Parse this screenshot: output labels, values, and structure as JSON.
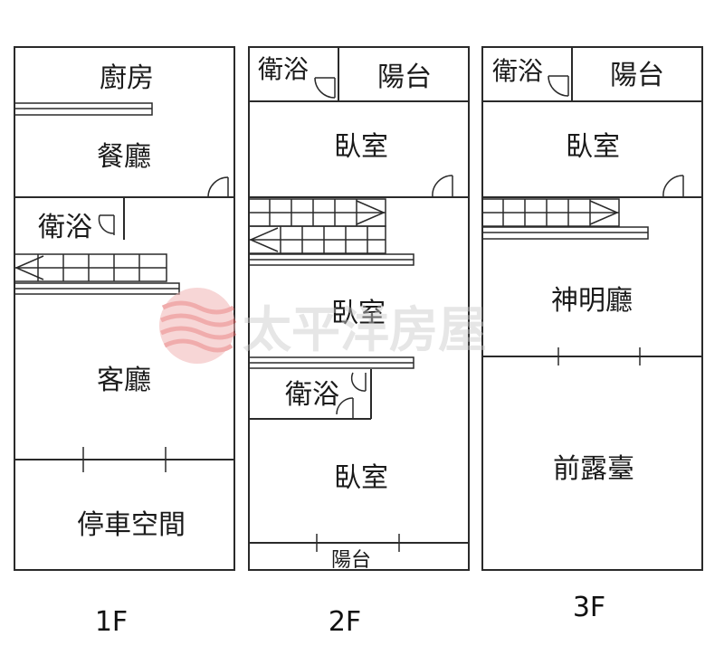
{
  "floors": [
    {
      "level": "1F",
      "rooms": {
        "kitchen": "廚房",
        "dining": "餐廳",
        "bath": "衛浴",
        "living": "客廳",
        "parking": "停車空間"
      }
    },
    {
      "level": "2F",
      "rooms": {
        "bath_top": "衛浴",
        "balcony_top": "陽台",
        "bedroom_1": "臥室",
        "bedroom_2": "臥室",
        "bath_mid": "衛浴",
        "bedroom_3": "臥室",
        "balcony_bottom": "陽台"
      }
    },
    {
      "level": "3F",
      "rooms": {
        "bath_top": "衛浴",
        "balcony_top": "陽台",
        "bedroom": "臥室",
        "shrine_hall": "神明廳",
        "front_terrace": "前露臺"
      }
    }
  ],
  "watermark": {
    "text": "太平洋房屋",
    "logo_icon": "pacific-realty-wave-logo",
    "color": "#e06060"
  }
}
